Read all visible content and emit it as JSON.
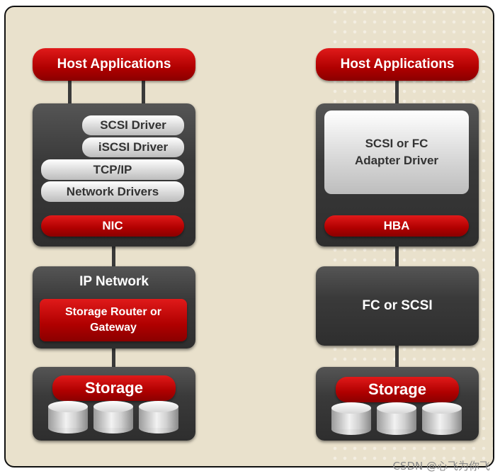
{
  "left": {
    "host_apps": "Host Applications",
    "scsi_driver": "SCSI Driver",
    "iscsi_driver": "iSCSI Driver",
    "tcpip": "TCP/IP",
    "network_drivers": "Network Drivers",
    "nic": "NIC",
    "ip_network": "IP Network",
    "storage_router_line1": "Storage Router or",
    "storage_router_line2": "Gateway",
    "storage": "Storage"
  },
  "right": {
    "host_apps": "Host Applications",
    "adapter_driver_line1": "SCSI or FC",
    "adapter_driver_line2": "Adapter Driver",
    "hba": "HBA",
    "fc_or_scsi": "FC or SCSI",
    "storage": "Storage"
  },
  "watermark": "CSDN @心飞为你飞",
  "colors": {
    "red": "#c00000",
    "dark": "#3a3a3a",
    "background": "#e9e1cc"
  }
}
